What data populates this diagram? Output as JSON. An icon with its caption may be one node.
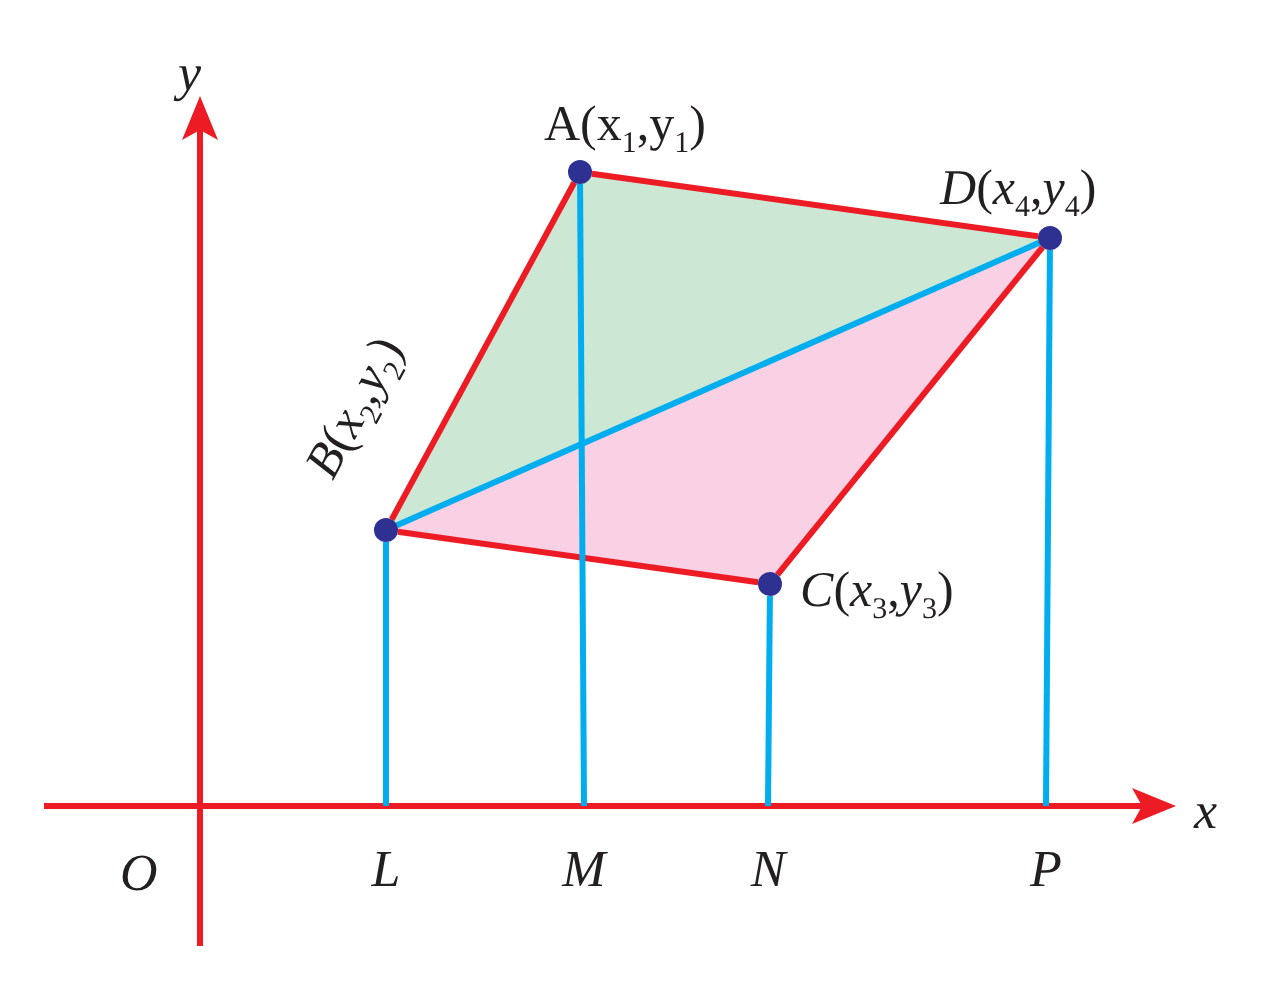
{
  "diagram": {
    "nodes": [
      {
        "text": [],
        "shape": "circle",
        "beside": [
          "A(x$_{1}$,y$_{1}$)"
        ]
      },
      {
        "text": [],
        "shape": "circle",
        "beside": [
          "*B*(*x*$_{2}$,*y*$_{2}$)"
        ]
      },
      {
        "text": [],
        "shape": "circle",
        "beside": [
          "*C*(*x*$_{3}$,*y*$_{3}$)"
        ]
      },
      {
        "text": [],
        "shape": "circle",
        "beside": [
          "*D*(*x*$_{4}$,*y*$_{4}$)"
        ]
      },
      {
        "text": [
          "L"
        ]
      },
      {
        "text": [
          "M"
        ]
      },
      {
        "text": [
          "N"
        ]
      },
      {
        "text": [
          "P"
        ]
      }
    ],
    "edges": [
      {
        "from": 0,
        "to": 3,
        "arrow": "none",
        "color": "#ed1c24"
      },
      {
        "from": 3,
        "to": 2,
        "arrow": "none",
        "color": "#ed1c24"
      },
      {
        "from": 2,
        "to": 1,
        "arrow": "none",
        "color": "#ed1c24"
      },
      {
        "from": 1,
        "to": 0,
        "arrow": "none",
        "color": "#ed1c24"
      },
      {
        "from": 1,
        "to": 3,
        "arrow": "none"
      },
      {
        "from": 1,
        "to": 4,
        "arrow": "none"
      },
      {
        "from": 0,
        "to": 5,
        "arrow": "none"
      },
      {
        "from": 2,
        "to": 6,
        "arrow": "none"
      },
      {
        "from": 3,
        "to": 7,
        "arrow": "none"
      }
    ],
    "labels": [
      "y",
      "x",
      "O"
    ]
  }
}
